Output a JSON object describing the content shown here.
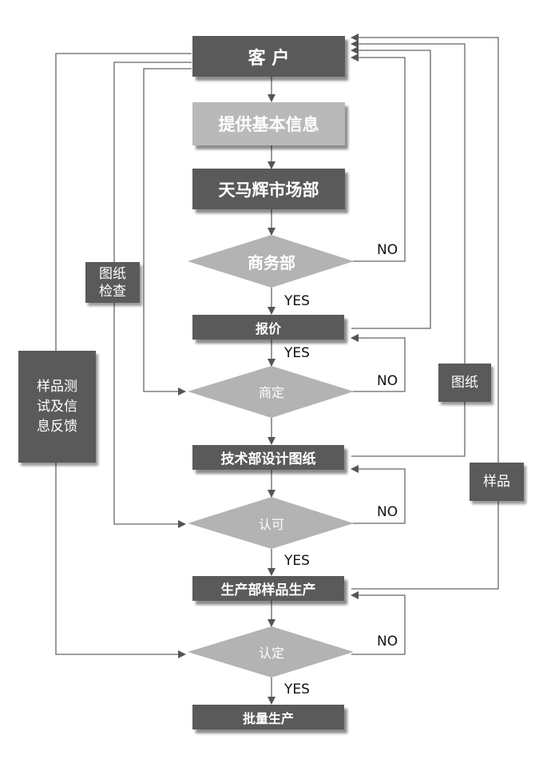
{
  "nodes": {
    "customer": "客 户",
    "provide_info": "提供基本信息",
    "marketing": "天马辉市场部",
    "business": "商务部",
    "quote": "报价",
    "negotiate": "商定",
    "tech_design": "技术部设计图纸",
    "approve": "认可",
    "sample_production": "生产部样品生产",
    "confirm": "认定",
    "mass_production": "批量生产"
  },
  "side_labels": {
    "drawing_check": "图纸\n检查",
    "sample_feedback": "样品测\n试及信\n息反馈",
    "drawing": "图纸",
    "sample": "样品"
  },
  "edge_labels": {
    "yes": "YES",
    "no": "NO"
  }
}
